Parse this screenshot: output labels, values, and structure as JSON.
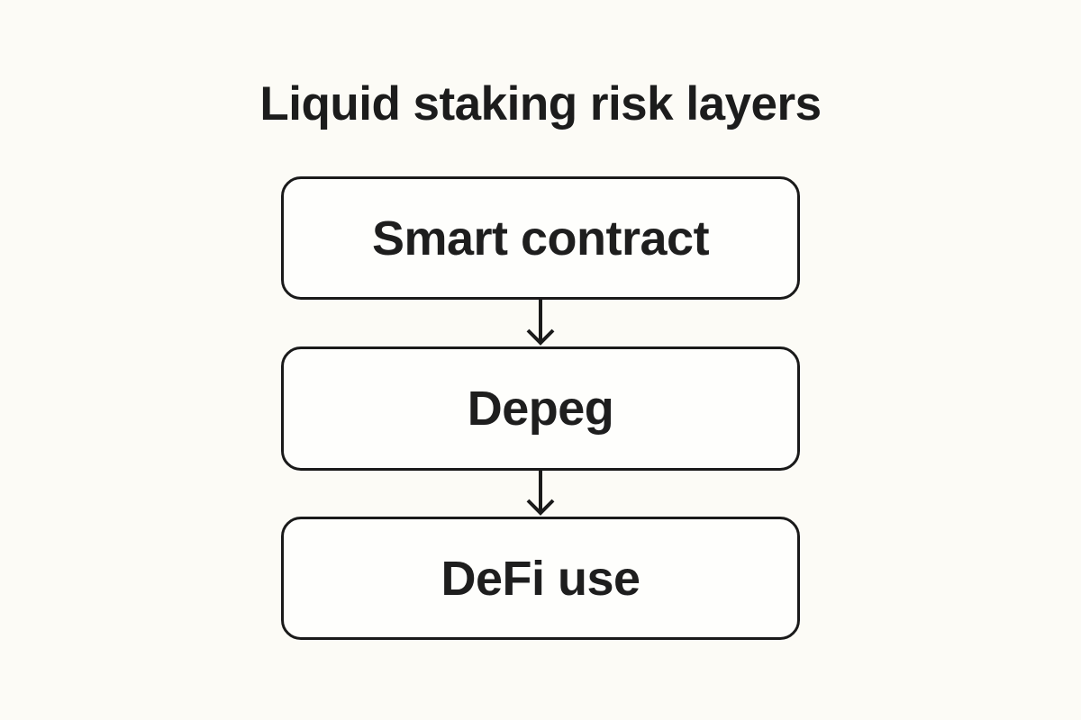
{
  "title": "Liquid staking risk layers",
  "diagram": {
    "type": "flowchart",
    "direction": "top-down",
    "nodes": [
      {
        "id": "smart-contract",
        "label": "Smart contract"
      },
      {
        "id": "depeg",
        "label": "Depeg"
      },
      {
        "id": "defi-use",
        "label": "DeFi use"
      }
    ],
    "edges": [
      {
        "from": "smart-contract",
        "to": "depeg",
        "style": "arrow-down"
      },
      {
        "from": "depeg",
        "to": "defi-use",
        "style": "arrow-down"
      }
    ]
  },
  "colors": {
    "background": "#FCFBF6",
    "node_fill": "#FEFEFC",
    "node_border": "#1A1A1A",
    "text": "#1E1E1E"
  }
}
